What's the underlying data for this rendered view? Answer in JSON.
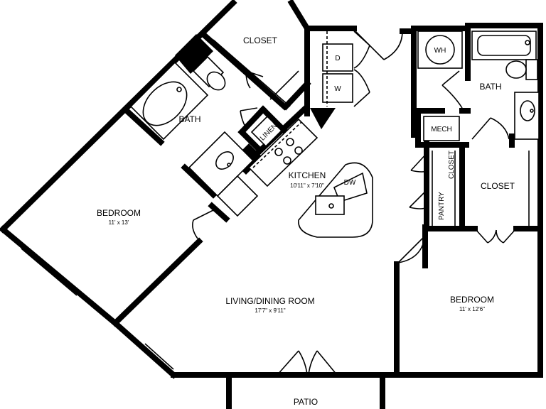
{
  "rooms": {
    "closet_top": {
      "name": "CLOSET"
    },
    "bath_left": {
      "name": "BATH"
    },
    "linen": {
      "name": "LINEN"
    },
    "kitchen": {
      "name": "KITCHEN",
      "size": "10'11\" x 7'10\""
    },
    "dishwasher": {
      "name": "DW"
    },
    "dryer": {
      "name": "D"
    },
    "washer": {
      "name": "W"
    },
    "water_heater": {
      "name": "WH"
    },
    "bath_right": {
      "name": "BATH"
    },
    "mech": {
      "name": "MECH"
    },
    "closet_small": {
      "name": "CLOSET"
    },
    "pantry": {
      "name": "PANTRY"
    },
    "closet_right": {
      "name": "CLOSET"
    },
    "bedroom_left": {
      "name": "BEDROOM",
      "size": "11' x 13'"
    },
    "living": {
      "name": "LIVING/DINING ROOM",
      "size": "17'7\" x 9'11\""
    },
    "bedroom_right": {
      "name": "BEDROOM",
      "size": "11' x 12'6\""
    },
    "patio": {
      "name": "PATIO"
    }
  }
}
